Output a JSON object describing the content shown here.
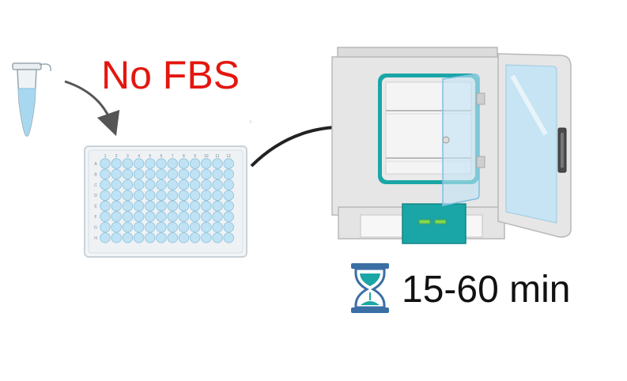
{
  "labels": {
    "condition": "No FBS",
    "duration": "15-60 min"
  },
  "plate": {
    "rows": [
      "A",
      "B",
      "C",
      "D",
      "E",
      "F",
      "G",
      "H"
    ],
    "columns": [
      "1",
      "2",
      "3",
      "4",
      "5",
      "6",
      "7",
      "8",
      "9",
      "10",
      "11",
      "12"
    ]
  },
  "icons": [
    "microcentrifuge-tube-icon",
    "well-plate-icon",
    "incubator-icon",
    "hourglass-icon"
  ],
  "colors": {
    "condition_text": "#e3170f",
    "teal_accent": "#1aa6a6",
    "well_fill": "#bfe3f4",
    "liquid": "#a8d8f0"
  }
}
